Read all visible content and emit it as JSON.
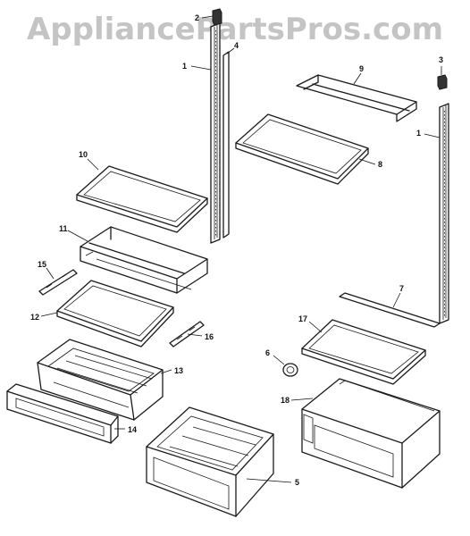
{
  "watermark": "AppliancePartsPros.com",
  "callouts": {
    "p1a": "1",
    "p1b": "1",
    "p2": "2",
    "p3": "3",
    "p4": "4",
    "p5": "5",
    "p6": "6",
    "p7": "7",
    "p8": "8",
    "p9": "9",
    "p10": "10",
    "p11": "11",
    "p12": "12",
    "p13": "13",
    "p14": "14",
    "p15": "15",
    "p16": "16",
    "p17": "17",
    "p18": "18"
  }
}
